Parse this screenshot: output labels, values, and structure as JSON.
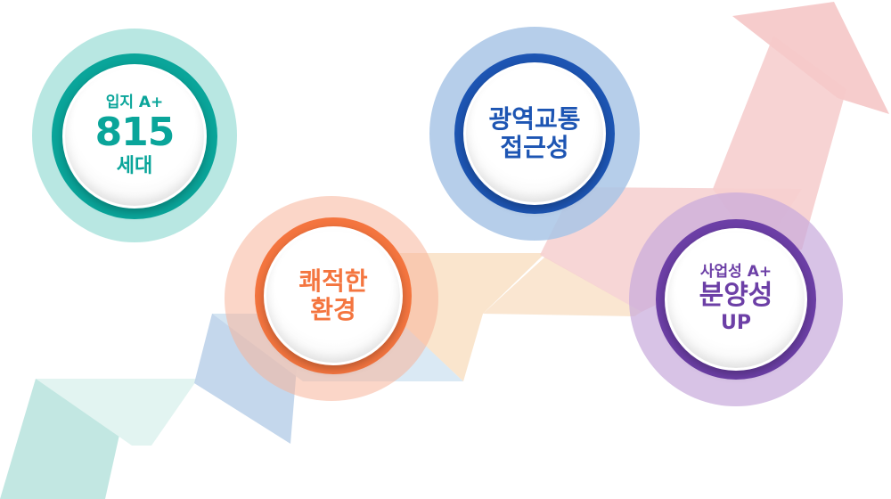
{
  "colors": {
    "teal": "#0aa59a",
    "orange": "#f4753f",
    "blue": "#1d55b3",
    "purple": "#6c3fa6"
  },
  "badges": {
    "teal": {
      "top": "입지 A+",
      "big": "815",
      "bottom": "세대"
    },
    "orange": {
      "line1": "쾌적한",
      "line2": "환경"
    },
    "blue": {
      "line1": "광역교통",
      "line2": "접근성"
    },
    "purple": {
      "top": "사업성 A+",
      "big": "분양성",
      "bottom": "UP"
    }
  }
}
